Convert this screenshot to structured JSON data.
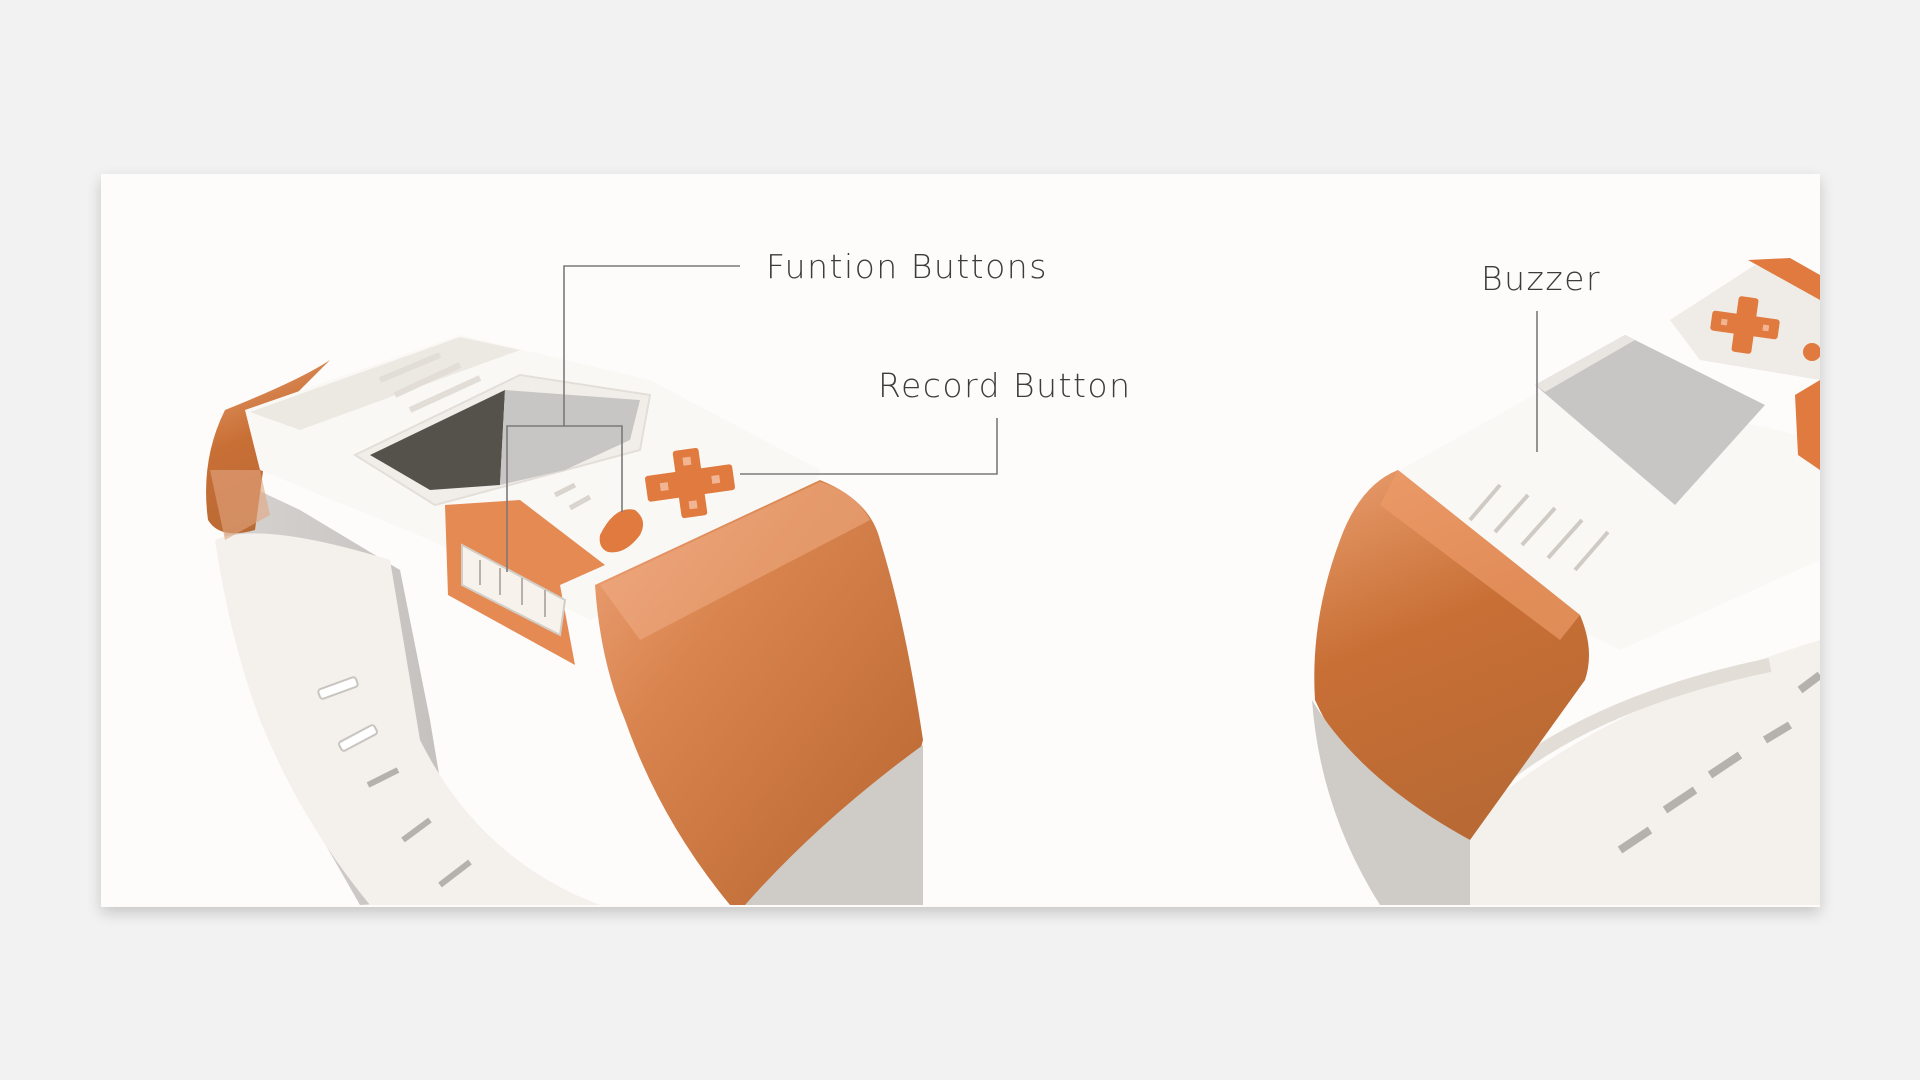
{
  "diagram": {
    "callouts": {
      "function_buttons": "Funtion Buttons",
      "record_button": "Record Button",
      "buzzer": "Buzzer"
    },
    "colors": {
      "background": "#f2f2f2",
      "card": "#fdfcfb",
      "accent_orange": "#e07a3e",
      "orange_dark": "#b8652f",
      "band_white": "#f4f1ec",
      "band_shadow": "#cfccc8",
      "screen_dark": "#55524c",
      "screen_grey": "#c8c6c4",
      "leader_line": "#7a7a7a",
      "label_text": "#3c3c3c"
    }
  }
}
